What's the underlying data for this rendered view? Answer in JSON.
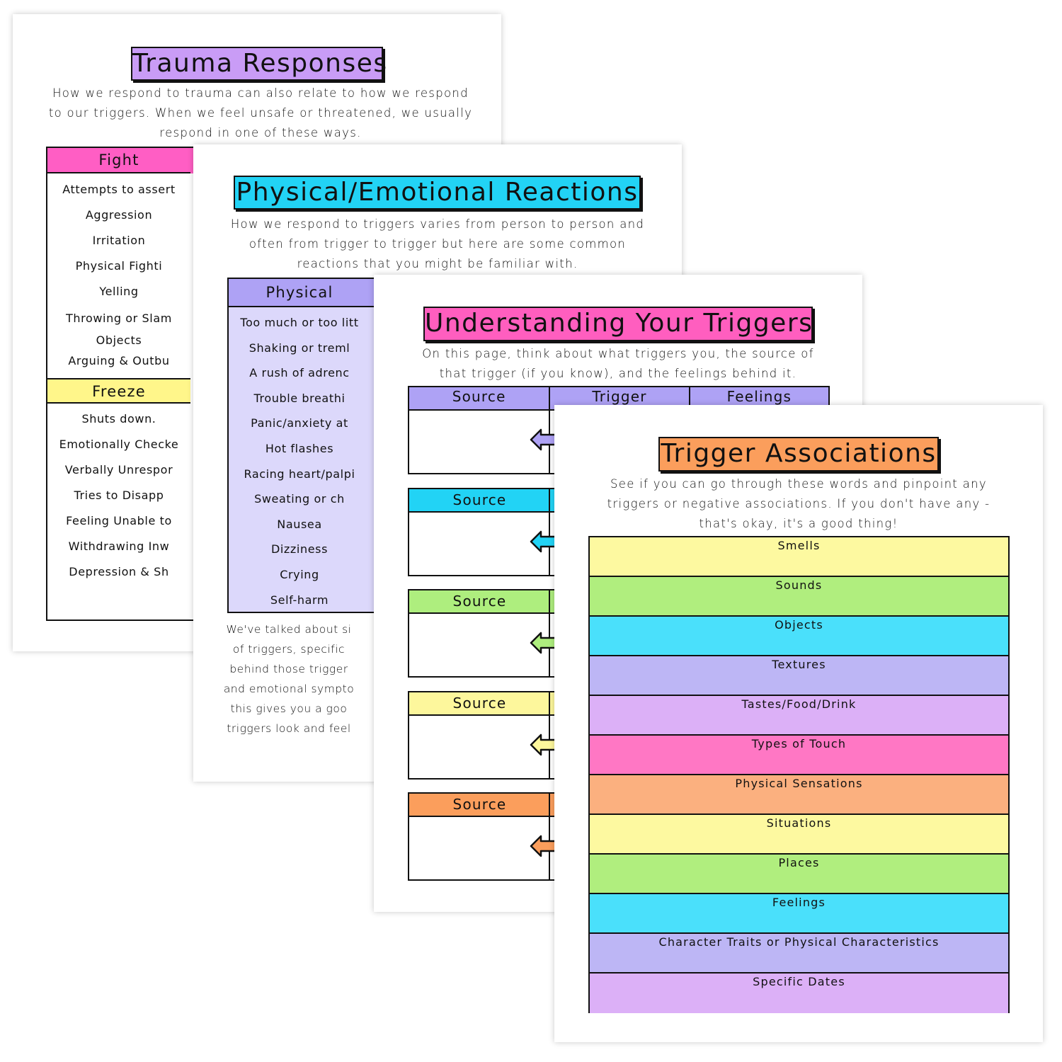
{
  "trauma": {
    "title": "Trauma Responses",
    "intro": [
      "How we respond to trauma can also relate to how we respond",
      "to our triggers. When we feel unsafe or threatened, we usually",
      "respond in one of these ways."
    ],
    "fight": {
      "header": "Fight",
      "items": [
        "Attempts to assert",
        "Aggression",
        "Irritation",
        "Physical Fighti",
        "Yelling",
        "Throwing or Slam",
        "Objects",
        "Arguing & Outbu"
      ]
    },
    "freeze": {
      "header": "Freeze",
      "items": [
        "Shuts down.",
        "Emotionally Checke",
        "Verbally Unrespor",
        "Tries to Disapp",
        "Feeling Unable to",
        "Withdrawing Inw",
        "Depression & Sh"
      ]
    },
    "colors": {
      "title": "#c99cf6",
      "fight": "#ff5ec4",
      "freeze": "#fff68a"
    }
  },
  "reactions": {
    "title": "Physical/Emotional Reactions",
    "intro": [
      "How we respond to triggers varies from person to person and",
      "often from trigger to trigger but here are some common",
      "reactions that you might be familiar with."
    ],
    "physical": {
      "header": "Physical",
      "items": [
        "Too much or too litt",
        "Shaking or treml",
        "A rush of adrenc",
        "Trouble breathi",
        "Panic/anxiety at",
        "Hot flashes",
        "Racing heart/palpi",
        "Sweating or ch",
        "Nausea",
        "Dizziness",
        "Crying",
        "Self-harm"
      ]
    },
    "outro": [
      "We've talked about si",
      "of triggers, specific",
      "behind those trigger",
      "and emotional sympto",
      "this gives you a goo",
      "triggers look and feel"
    ],
    "colors": {
      "title": "#22d3f5",
      "header": "#aea2f5",
      "body": "#dcd8fb"
    }
  },
  "triggers": {
    "title": "Understanding Your Triggers",
    "intro": [
      "On this page, think about what triggers you, the source of",
      "that trigger (if you know), and the feelings behind it."
    ],
    "columns": [
      "Source",
      "Trigger",
      "Feelings"
    ],
    "block_label": "Source",
    "block_colors": [
      "#aea2f5",
      "#22d3f5",
      "#aeee7e",
      "#fdf79c",
      "#fb9e5c"
    ],
    "title_color": "#ff5ebf"
  },
  "associations": {
    "title": "Trigger Associations",
    "intro": [
      "See if you can go through these words and pinpoint any",
      "triggers or negative associations. If you don't have any -",
      "that's okay, it's a good thing!"
    ],
    "title_color": "#fb9e5c",
    "rows": [
      {
        "label": "Smells",
        "color": "#fdf9a0"
      },
      {
        "label": "Sounds",
        "color": "#b0ee7e"
      },
      {
        "label": "Objects",
        "color": "#4ae0fb"
      },
      {
        "label": "Textures",
        "color": "#bdb6f5"
      },
      {
        "label": "Tastes/Food/Drink",
        "color": "#dcb0f7"
      },
      {
        "label": "Types of Touch",
        "color": "#ff77c4"
      },
      {
        "label": "Physical Sensations",
        "color": "#fbb07f"
      },
      {
        "label": "Situations",
        "color": "#fdf9a0"
      },
      {
        "label": "Places",
        "color": "#b0ee7e"
      },
      {
        "label": "Feelings",
        "color": "#4ae0fb"
      },
      {
        "label": "Character Traits or Physical Characteristics",
        "color": "#bdb6f5"
      },
      {
        "label": "Specific Dates",
        "color": "#dcb0f7"
      }
    ]
  }
}
